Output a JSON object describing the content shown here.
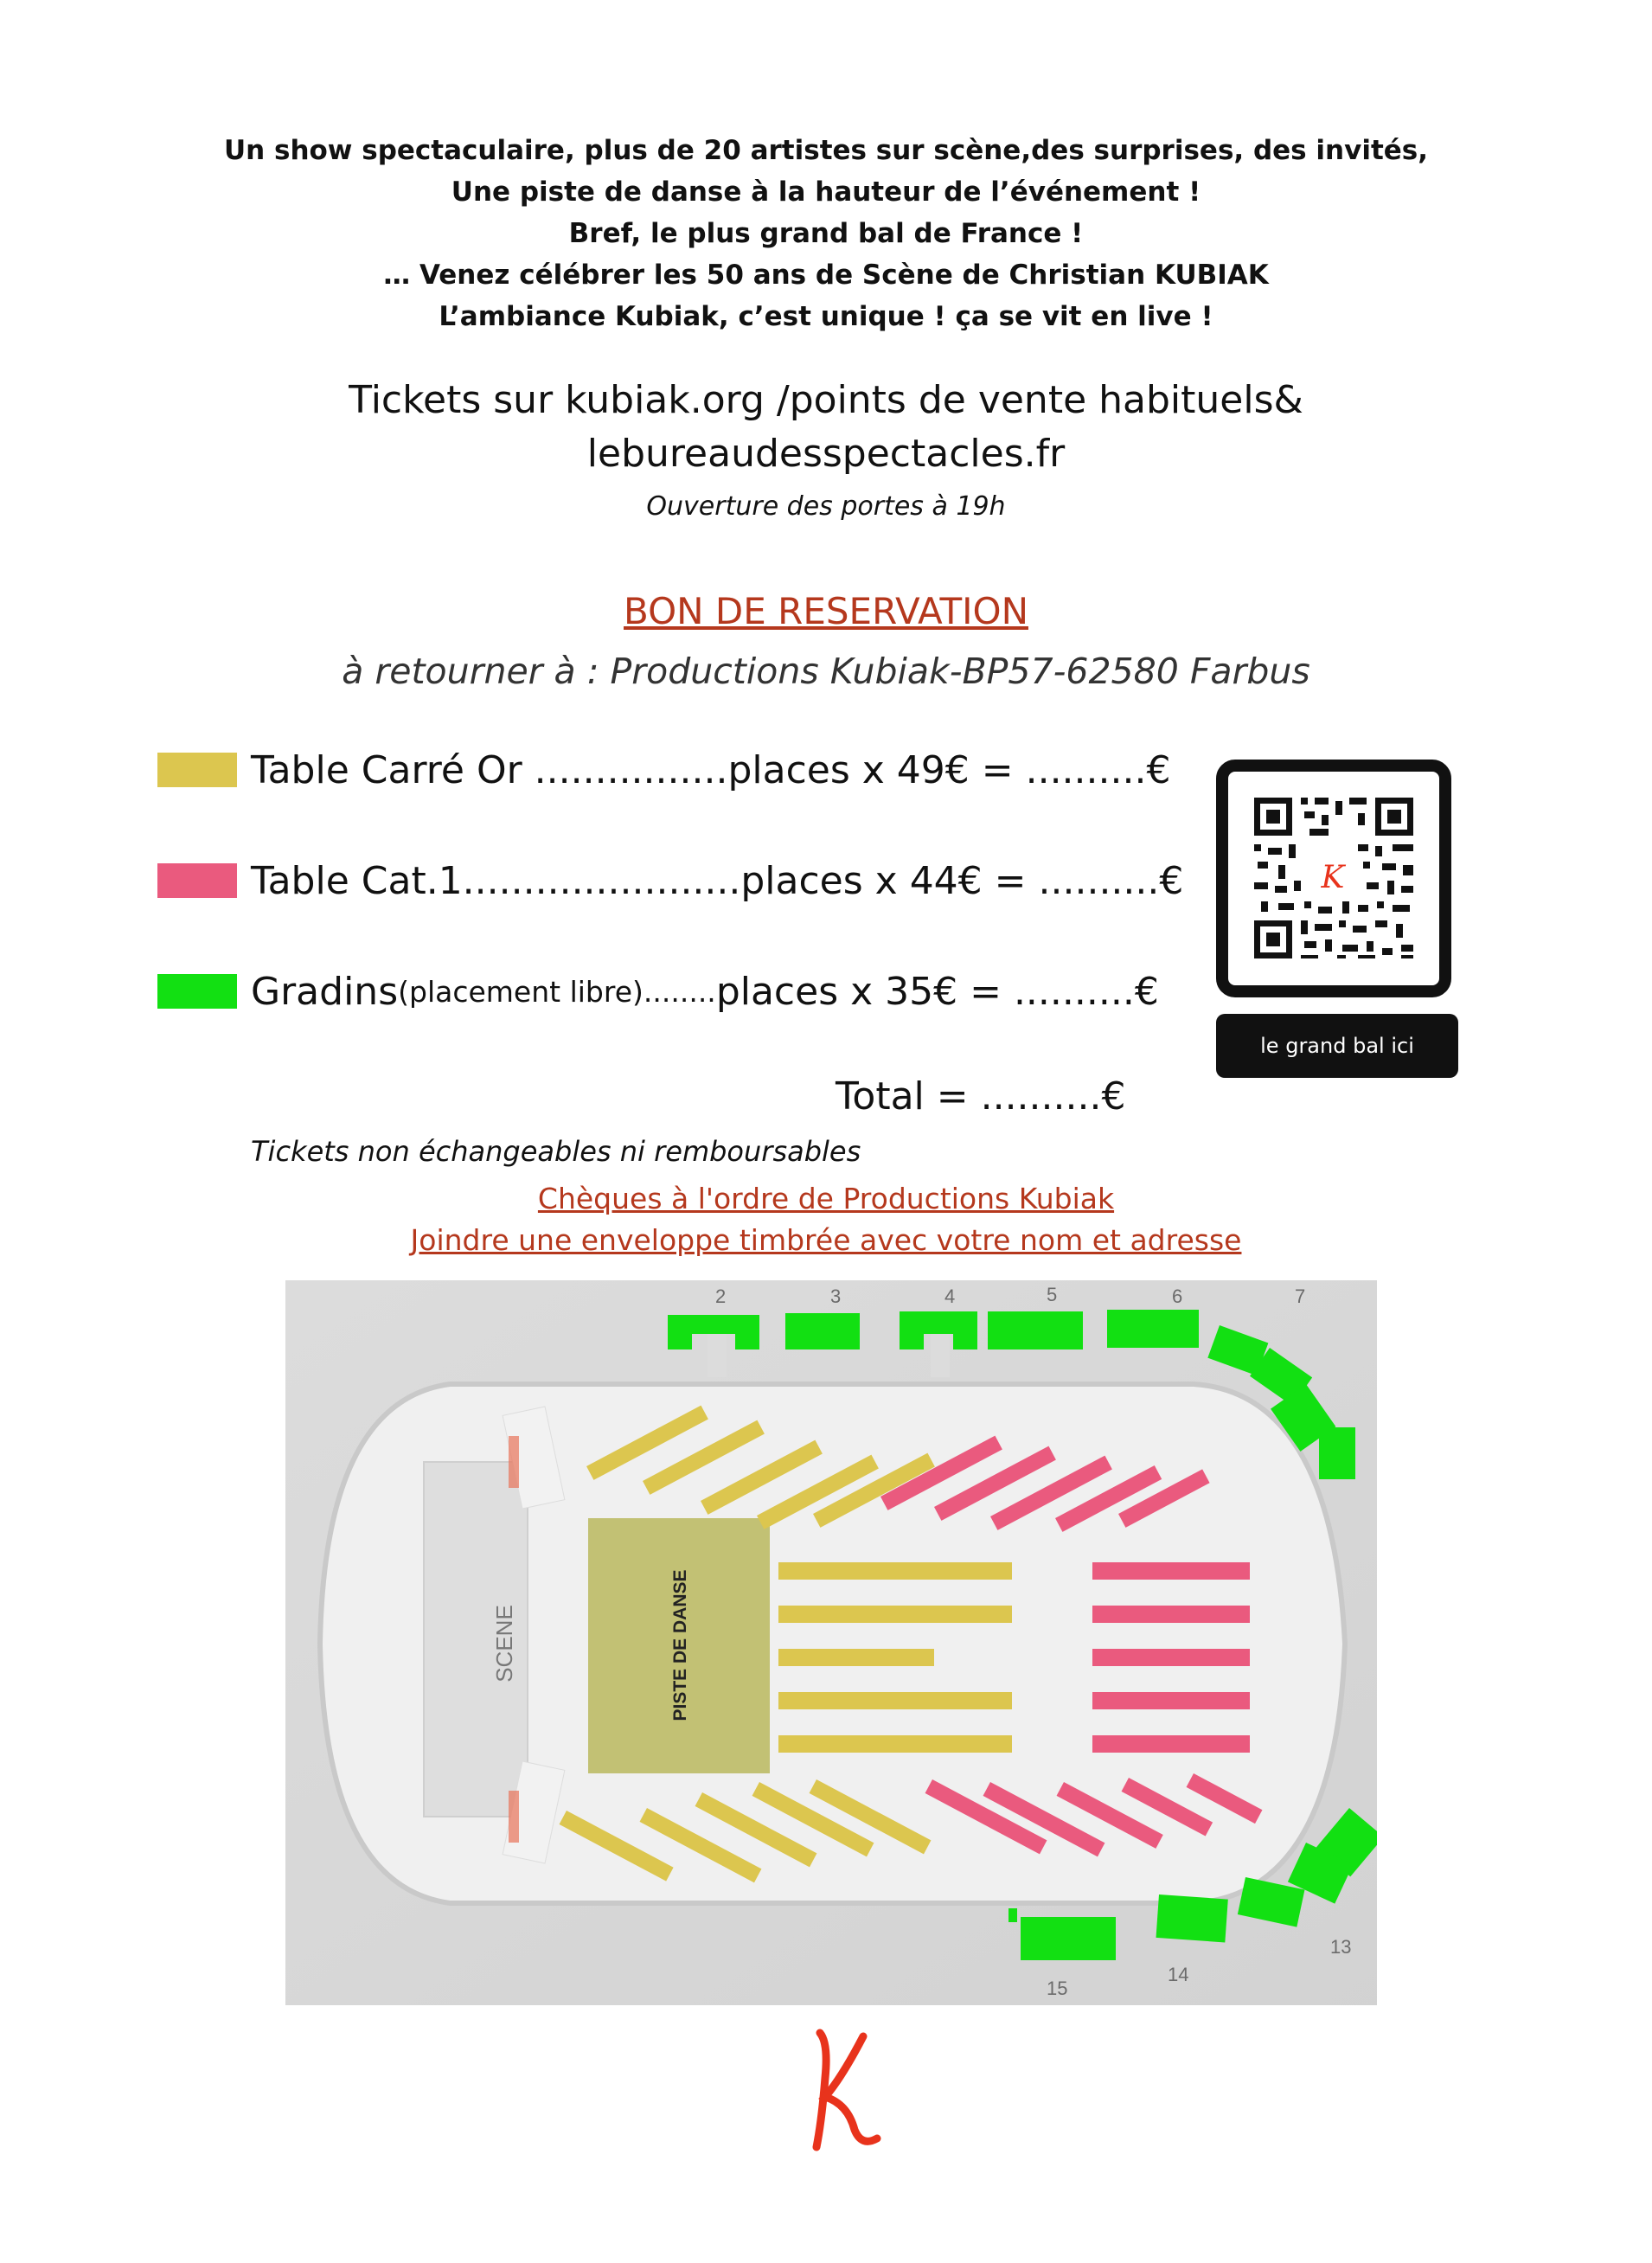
{
  "intro": {
    "lines": [
      "Un show spectaculaire, plus de 20 artistes sur scène,des surprises, des invités,",
      "Une piste de danse à la hauteur de l’événement !",
      "Bref, le plus grand bal de France !",
      "… Venez célébrer les 50 ans de Scène de Christian KUBIAK",
      "L’ambiance Kubiak, c’est unique ! ça se vit en live !"
    ]
  },
  "tickets": {
    "line1": "Tickets sur kubiak.org /points de vente habituels&",
    "line2": "lebureaudesspectacles.fr",
    "doors": "Ouverture des portes à 19h"
  },
  "reservation": {
    "title": "BON DE RESERVATION",
    "address": "à retourner à : Productions Kubiak-BP57-62580 Farbus",
    "rows": [
      {
        "label": "Table Carré Or ................",
        "small": "",
        "price": "places x 49€ = ..........€",
        "color": "#dcc64f"
      },
      {
        "label": "Table Cat.1.......................",
        "small": "",
        "price": "places x 44€ = ..........€",
        "color": "#ea5a7e"
      },
      {
        "label": "Gradins ",
        "small": "(placement libre)........",
        "price": "places x 35€ = ..........€",
        "color": "#12e012"
      }
    ],
    "total": "Total = ..........€",
    "no_exchange": "Tickets non échangeables ni remboursables",
    "cheques": "Chèques à l'ordre de Productions Kubiak",
    "envelope": "Joindre une enveloppe timbrée avec votre nom et adresse"
  },
  "qr": {
    "caption": "le grand bal ici",
    "icon": "qr-code-icon"
  },
  "plan": {
    "stage_label": "SCENE",
    "dance_floor_label": "PISTE DE DANSE",
    "sections": [
      "2",
      "3",
      "4",
      "5",
      "6",
      "7",
      "13",
      "14",
      "15"
    ],
    "colors": {
      "gold": "#dcc64f",
      "cat1": "#ea5a7e",
      "gradins": "#12e012",
      "dance": "#c2c174"
    }
  },
  "logo": {
    "icon": "kubiak-k-logo",
    "color": "#e8331c"
  }
}
